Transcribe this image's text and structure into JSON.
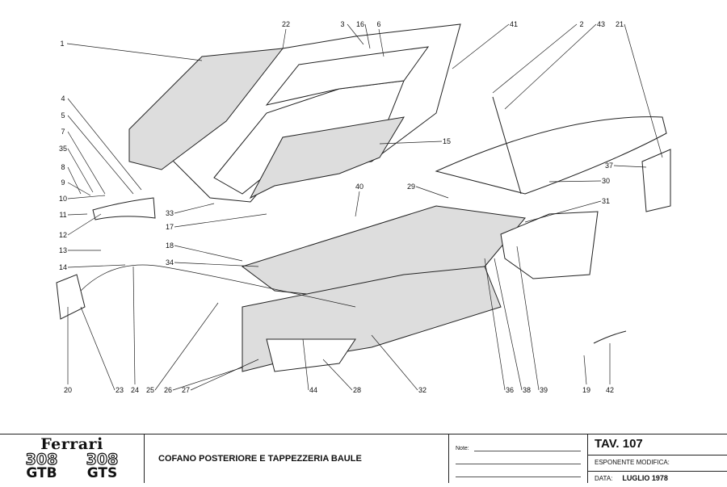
{
  "diagram": {
    "part_numbers": [
      "1",
      "22",
      "3",
      "16",
      "6",
      "41",
      "2",
      "43",
      "21",
      "4",
      "5",
      "7",
      "35",
      "8",
      "9",
      "10",
      "11",
      "12",
      "15",
      "37",
      "30",
      "33",
      "17",
      "40",
      "29",
      "31",
      "18",
      "34",
      "13",
      "14",
      "20",
      "23",
      "24",
      "25",
      "26",
      "27",
      "44",
      "28",
      "32",
      "36",
      "38",
      "39",
      "19",
      "42"
    ]
  },
  "title_block": {
    "brand": "Ferrari",
    "models": [
      {
        "number": "308",
        "version": "GTB"
      },
      {
        "number": "308",
        "version": "GTS"
      }
    ],
    "description": "COFANO POSTERIORE E TAPPEZZERIA BAULE",
    "notes_label": "Note:",
    "table": "TAV. 107",
    "revision_label": "ESPONENTE MODIFICA:",
    "revision_value": "",
    "date_label": "DATA:",
    "date_value": "LUGLIO 1978"
  }
}
